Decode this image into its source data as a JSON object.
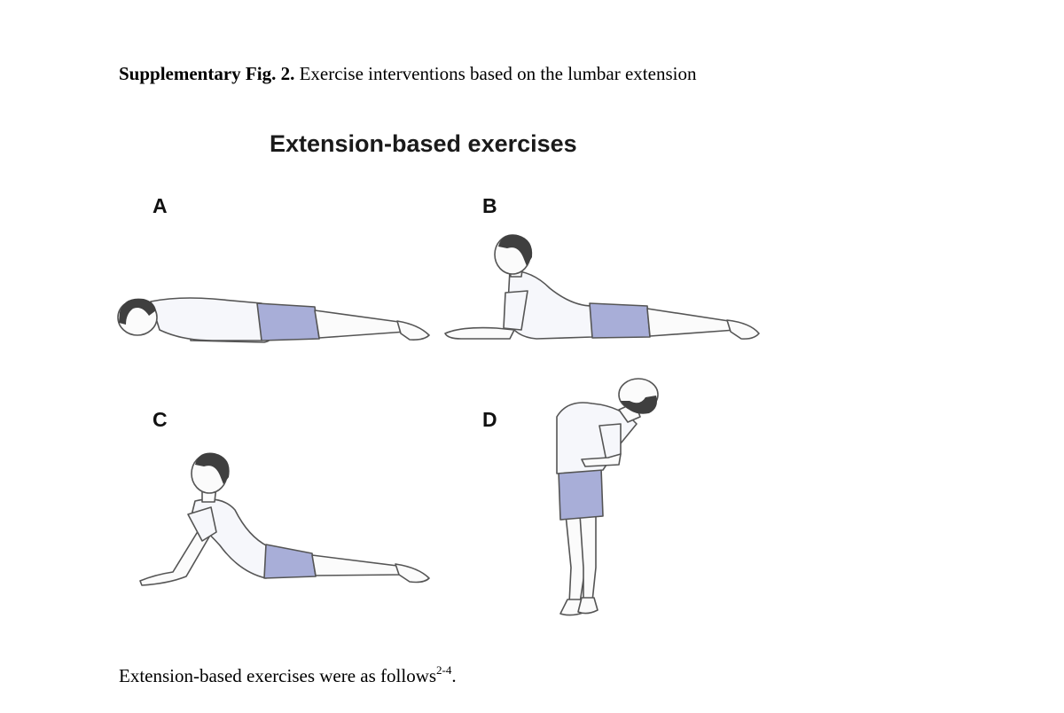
{
  "caption": {
    "label": "Supplementary Fig. 2.",
    "text": " Exercise interventions based on the lumbar extension"
  },
  "figure": {
    "title": "Extension-based exercises",
    "panels": [
      {
        "label": "A"
      },
      {
        "label": "B"
      },
      {
        "label": "C"
      },
      {
        "label": "D"
      }
    ],
    "colors": {
      "shirt": "#f6f7fb",
      "shorts": "#a8aed8",
      "skin": "#fbfbfb",
      "hair": "#3f3f3f",
      "outline": "#555555"
    }
  },
  "body": {
    "text": "Extension-based exercises were as follows",
    "ref": "2-4",
    "end": "."
  }
}
